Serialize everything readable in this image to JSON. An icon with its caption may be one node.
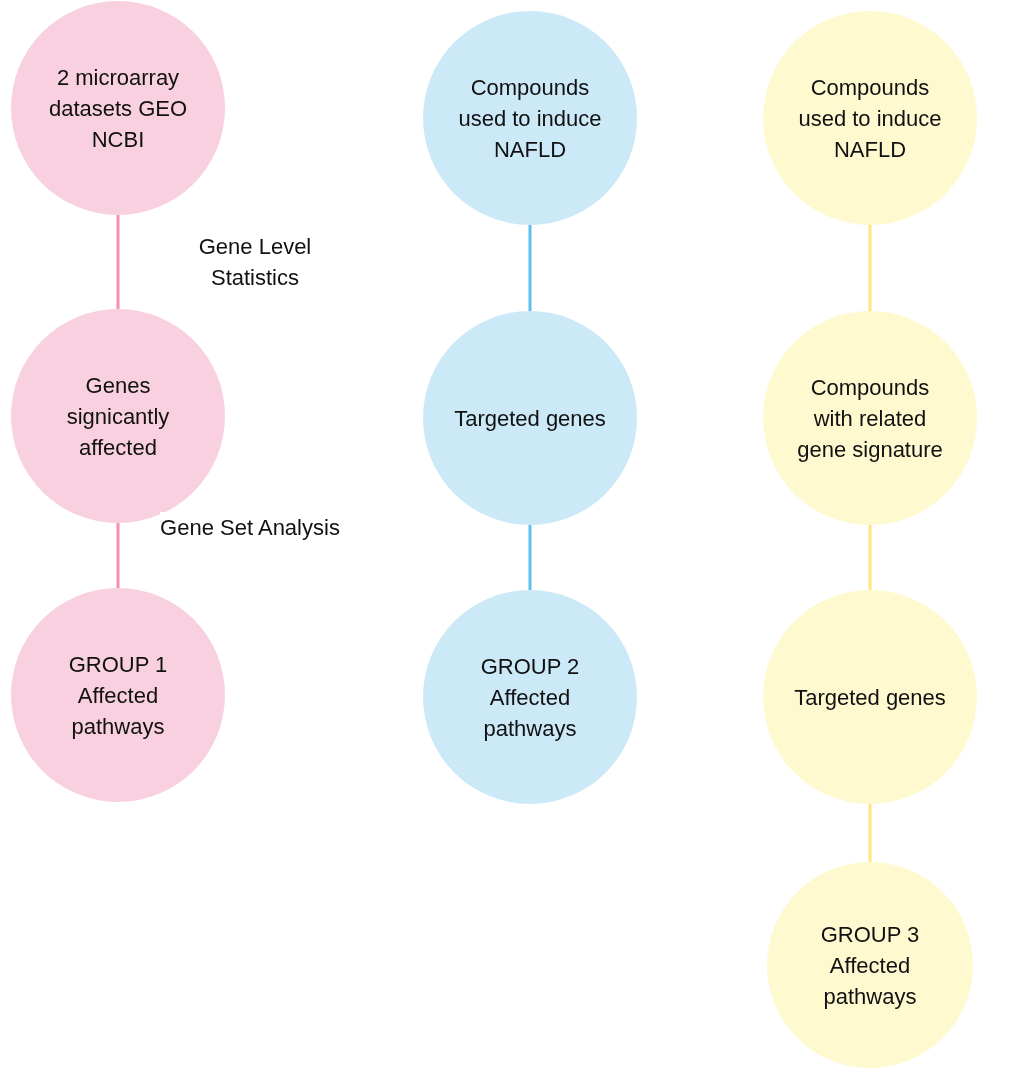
{
  "diagram": {
    "nodes": [
      {
        "text": [
          "2 microarray datasets GEO NCBI"
        ]
      },
      {
        "text": [
          "Genes signicantly affected"
        ]
      },
      {
        "text": [
          "GROUP 1 Affected pathways"
        ]
      },
      {
        "text": [
          "Compounds used to induce NAFLD"
        ]
      },
      {
        "text": [
          "Targeted genes"
        ]
      },
      {
        "text": [
          "GROUP 2 Affected pathways"
        ]
      },
      {
        "text": [
          "Compounds used to induce NAFLD"
        ]
      },
      {
        "text": [
          "Compounds with related gene signature"
        ]
      },
      {
        "text": [
          "Targeted genes"
        ]
      },
      {
        "text": [
          "GROUP 3 Affected pathways"
        ]
      }
    ],
    "edges": [
      {
        "from": 0,
        "to": 1,
        "arrow": "none",
        "label": "Gene Level Statistics",
        "color": "#f48fb1"
      },
      {
        "from": 1,
        "to": 2,
        "arrow": "none",
        "label": "Gene Set Analysis",
        "color": "#f48fb1"
      },
      {
        "from": 3,
        "to": 4,
        "arrow": "none",
        "color": "#5bc0eb"
      },
      {
        "from": 4,
        "to": 5,
        "arrow": "none",
        "color": "#5bc0eb"
      },
      {
        "from": 6,
        "to": 7,
        "arrow": "none",
        "color": "#ffe57f"
      },
      {
        "from": 7,
        "to": 8,
        "arrow": "none",
        "color": "#ffe57f"
      },
      {
        "from": 8,
        "to": 9,
        "arrow": "none",
        "color": "#ffe57f"
      }
    ]
  }
}
